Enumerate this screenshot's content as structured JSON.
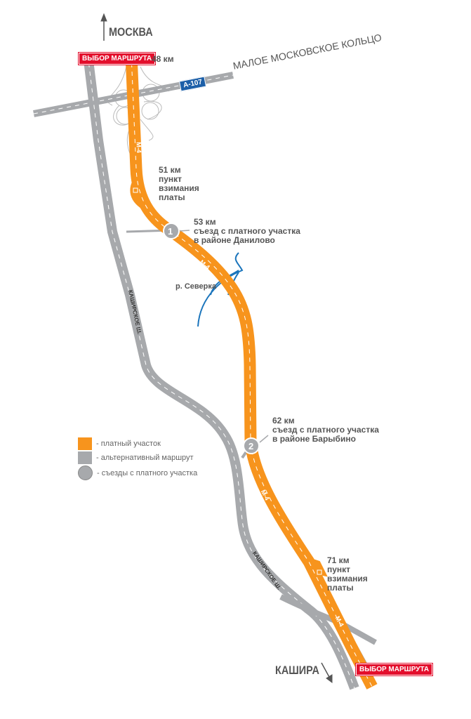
{
  "north_label": "МОСКВА",
  "south_label": "КАШИРА",
  "route_choice_top": "ВЫБОР МАРШРУТА",
  "route_choice_bottom": "ВЫБОР МАРШРУТА",
  "km_48": "48 км",
  "ring_road": "МАЛОЕ МОСКОВСКОЕ КОЛЬЦО",
  "ring_code": "А-107",
  "toll_1": {
    "km": "51 км",
    "line1": "пункт",
    "line2": "взимания",
    "line3": "платы"
  },
  "exit_1": {
    "num": "1",
    "km": "53 км",
    "line1": "съезд с платного участка",
    "line2": "в районе Данилово"
  },
  "river": "р. Северка",
  "exit_2": {
    "num": "2",
    "km": "62 км",
    "line1": "съезд с платного участка",
    "line2": "в районе Барыбино"
  },
  "toll_2": {
    "km": "71 км",
    "line1": "пункт",
    "line2": "взимания",
    "line3": "платы"
  },
  "road_m4": "М-4",
  "alt_road": "КАШИРСКОЕ Ш.",
  "legend": [
    {
      "label": "- платный участок",
      "color": "#f7941d"
    },
    {
      "label": "- альтернативный маршрут",
      "color": "#a7a9ac"
    },
    {
      "label": "- съезды с платного участка",
      "color": "#a7a9ac"
    }
  ],
  "colors": {
    "toll": "#f7941d",
    "alt": "#a7a9ac",
    "river": "#1b75bc",
    "badge": "#e30e2c",
    "ring_badge": "#1c5fa8"
  }
}
